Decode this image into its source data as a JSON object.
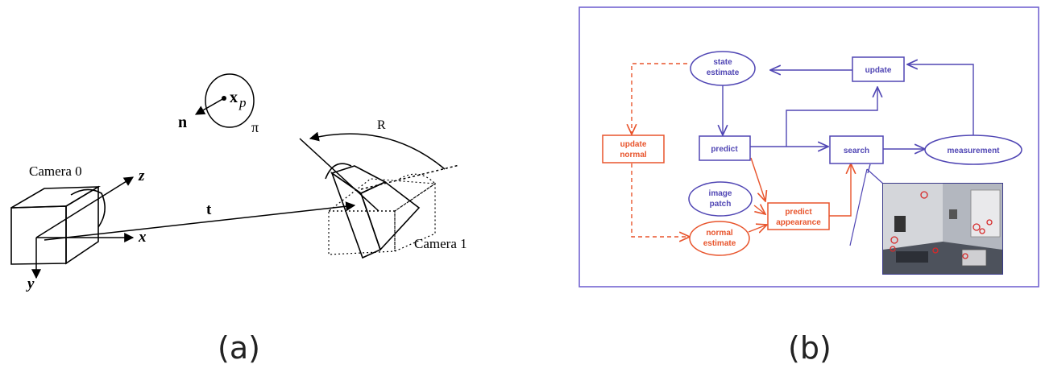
{
  "panel_a": {
    "camera0": "Camera 0",
    "camera1": "Camera 1",
    "axis_x": "x",
    "axis_y": "y",
    "axis_z": "z",
    "translation": "t",
    "rotation": "R",
    "normal": "n",
    "point_main": "x",
    "point_sub": "p",
    "plane": "π",
    "caption": "(a)"
  },
  "panel_b": {
    "caption": "(b)",
    "nodes": {
      "state_estimate_1": "state",
      "state_estimate_2": "estimate",
      "update": "update",
      "update_normal_1": "update",
      "update_normal_2": "normal",
      "predict": "predict",
      "search": "search",
      "measurement": "measurement",
      "image_patch_1": "image",
      "image_patch_2": "patch",
      "predict_appearance_1": "predict",
      "predict_appearance_2": "appearance",
      "normal_estimate_1": "normal",
      "normal_estimate_2": "estimate"
    },
    "colors": {
      "frame": "#6a5acd",
      "blue": "#5046b4",
      "red": "#e8542c"
    }
  }
}
